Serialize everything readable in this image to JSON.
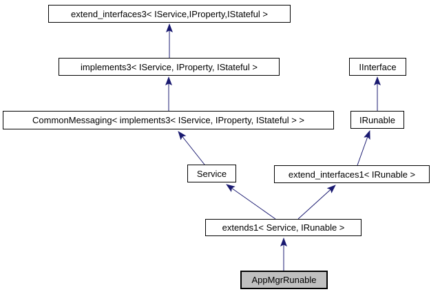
{
  "diagram": {
    "type": "class-inheritance-graph",
    "focus_node": "AppMgrRunable",
    "nodes": {
      "extend_interfaces3": {
        "label": "extend_interfaces3< IService,IProperty,IStateful >"
      },
      "implements3": {
        "label": "implements3< IService, IProperty, IStateful >"
      },
      "IInterface": {
        "label": "IInterface"
      },
      "CommonMessaging": {
        "label": "CommonMessaging< implements3< IService, IProperty, IStateful > >"
      },
      "IRunable": {
        "label": "IRunable"
      },
      "Service": {
        "label": "Service"
      },
      "extend_interfaces1": {
        "label": "extend_interfaces1< IRunable >"
      },
      "extends1": {
        "label": "extends1< Service, IRunable >"
      },
      "AppMgrRunable": {
        "label": "AppMgrRunable"
      }
    },
    "edges": [
      {
        "derived": "implements3",
        "base": "extend_interfaces3"
      },
      {
        "derived": "CommonMessaging",
        "base": "implements3"
      },
      {
        "derived": "IRunable",
        "base": "IInterface"
      },
      {
        "derived": "Service",
        "base": "CommonMessaging"
      },
      {
        "derived": "extend_interfaces1",
        "base": "IRunable"
      },
      {
        "derived": "extends1",
        "base": "Service"
      },
      {
        "derived": "extends1",
        "base": "extend_interfaces1"
      },
      {
        "derived": "AppMgrRunable",
        "base": "extends1"
      }
    ],
    "colors": {
      "arrow": "#191970",
      "box_border": "#000000",
      "box_fill": "#ffffff",
      "focus_fill": "#c0c0c0",
      "background": "#ffffff"
    }
  }
}
